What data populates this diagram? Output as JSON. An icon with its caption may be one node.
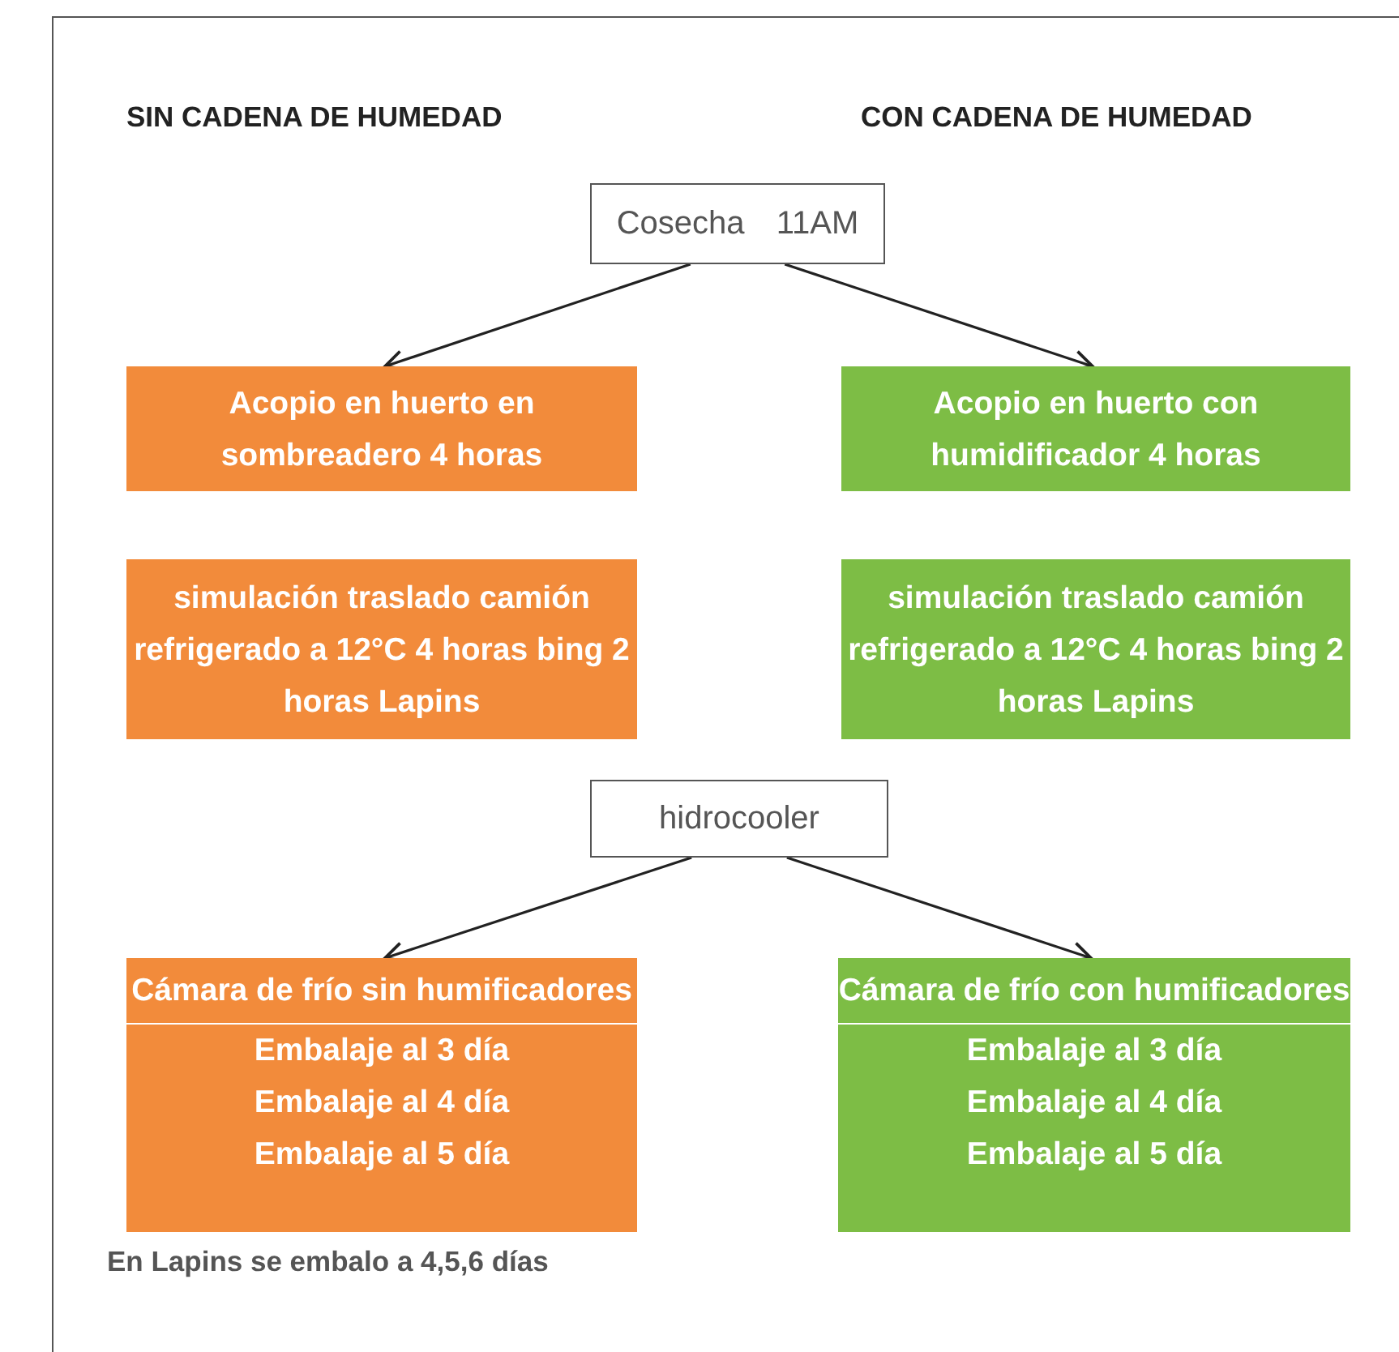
{
  "diagram": {
    "nodes": [
      {
        "text": [
          "Cosecha 11AM"
        ]
      },
      {
        "text": [
          "Acopio en huerto en sombreadero 4 horas"
        ]
      },
      {
        "text": [
          "Acopio en huerto con humidificador 4 horas"
        ]
      },
      {
        "text": [
          "simulación traslado camión refrigerado a 12°C 4 horas bing 2 horas Lapins"
        ]
      },
      {
        "text": [
          "simulación traslado camión refrigerado a 12°C 4 horas bing 2 horas Lapins"
        ]
      },
      {
        "text": [
          "hidrocooler"
        ]
      },
      {
        "text": [
          "Cámara de frío sin humificadores",
          "Embalaje al 3 día",
          "Embalaje al 4 día",
          "Embalaje al 5 día"
        ]
      },
      {
        "text": [
          "Cámara de frío con humificadores",
          "Embalaje al 3 día",
          "Embalaje al 4 día",
          "Embalaje al 5 día"
        ]
      }
    ],
    "edges": [
      {
        "from": 0,
        "to": 1,
        "arrow": "to"
      },
      {
        "from": 0,
        "to": 2,
        "arrow": "to"
      },
      {
        "from": 5,
        "to": 6,
        "arrow": "to"
      },
      {
        "from": 5,
        "to": 7,
        "arrow": "to"
      }
    ],
    "labels": [
      "SIN CADENA DE HUMEDAD",
      "CON CADENA DE HUMEDAD",
      "En Lapins se embalo a 4,5,6 días"
    ]
  }
}
